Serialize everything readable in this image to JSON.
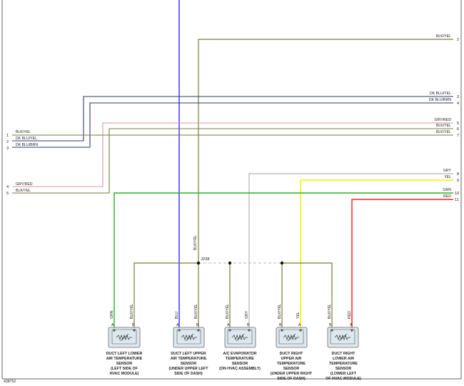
{
  "figure_id": "438752",
  "splice_label": "J238",
  "colors": {
    "blu": "#2b2bff",
    "blk_yel": "#7a7a3c",
    "dk_blu": "#2e3a6e",
    "gry_red": "#d89a9a",
    "gry": "#b4b4b4",
    "yel": "#ffee00",
    "grn": "#22b522",
    "red": "#ff2222",
    "frame": "#666666"
  },
  "left_connector": [
    {
      "pin": "1",
      "label": "BLK/YEL"
    },
    {
      "pin": "2",
      "label": "DK BLU/YEL"
    },
    {
      "pin": "3",
      "label": "DK BLU/BRN"
    },
    {
      "pin": "4",
      "label": "GRY/RED"
    },
    {
      "pin": "5",
      "label": "BLK/YEL"
    }
  ],
  "right_connector": [
    {
      "pin": "2",
      "label": "BLK/YEL"
    },
    {
      "pin": "3",
      "label": "DK BLU/YEL"
    },
    {
      "pin": "4",
      "label": "DK BLU/BRN"
    },
    {
      "pin": "5",
      "label": "GRY/RED"
    },
    {
      "pin": "6",
      "label": "BLK/YEL"
    },
    {
      "pin": "7",
      "label": "BLK/YEL"
    },
    {
      "pin": "8",
      "label": "GRY"
    },
    {
      "pin": "9",
      "label": "YEL"
    },
    {
      "pin": "10",
      "label": "GRN"
    },
    {
      "pin": "11",
      "label": "RED"
    }
  ],
  "vertical_labels": {
    "blk_yel_main": "BLK/YEL"
  },
  "sensors": [
    {
      "caption": [
        "DUCT LEFT LOWER",
        "AIR TEMPERATURE",
        "SENSOR",
        "(LEFT SIDE OF",
        "HVAC MODULE)"
      ],
      "pin_a": "A",
      "pin_b": "B",
      "wire_a": "GRN",
      "wire_b": "BLK/YEL"
    },
    {
      "caption": [
        "DUCT LEFT UPPER",
        "AIR TEMPERATURE",
        "SENSOR",
        "(UNDER UPPER LEFT",
        "SIDE OF DASH)"
      ],
      "pin_a": "A",
      "pin_b": "B",
      "wire_a": "BLU",
      "wire_b": "BLK/YEL"
    },
    {
      "caption": [
        "A/C EVAPORATOR",
        "TEMPERATURE",
        "SENSOR",
        "(ON HVAC ASSEMBLY)"
      ],
      "pin_a": "A",
      "pin_b": "B",
      "wire_a": "BLK/YEL",
      "wire_b": "GRY"
    },
    {
      "caption": [
        "DUCT RIGHT",
        "UPPER AIR",
        "TEMPERATURE",
        "SENSOR",
        "(UNDER UPPER RIGHT",
        "SIDE OF DASH)"
      ],
      "pin_a": "B",
      "pin_b": "A",
      "wire_a": "BLK/YEL",
      "wire_b": "YEL"
    },
    {
      "caption": [
        "DUCT RIGHT",
        "LOWER AIR",
        "TEMPERATURE",
        "SENSOR",
        "(LOWER LEFT",
        "OF HVAC MODULE)"
      ],
      "pin_a": "B",
      "pin_b": "A",
      "wire_a": "BLK/YEL",
      "wire_b": "RED"
    }
  ]
}
